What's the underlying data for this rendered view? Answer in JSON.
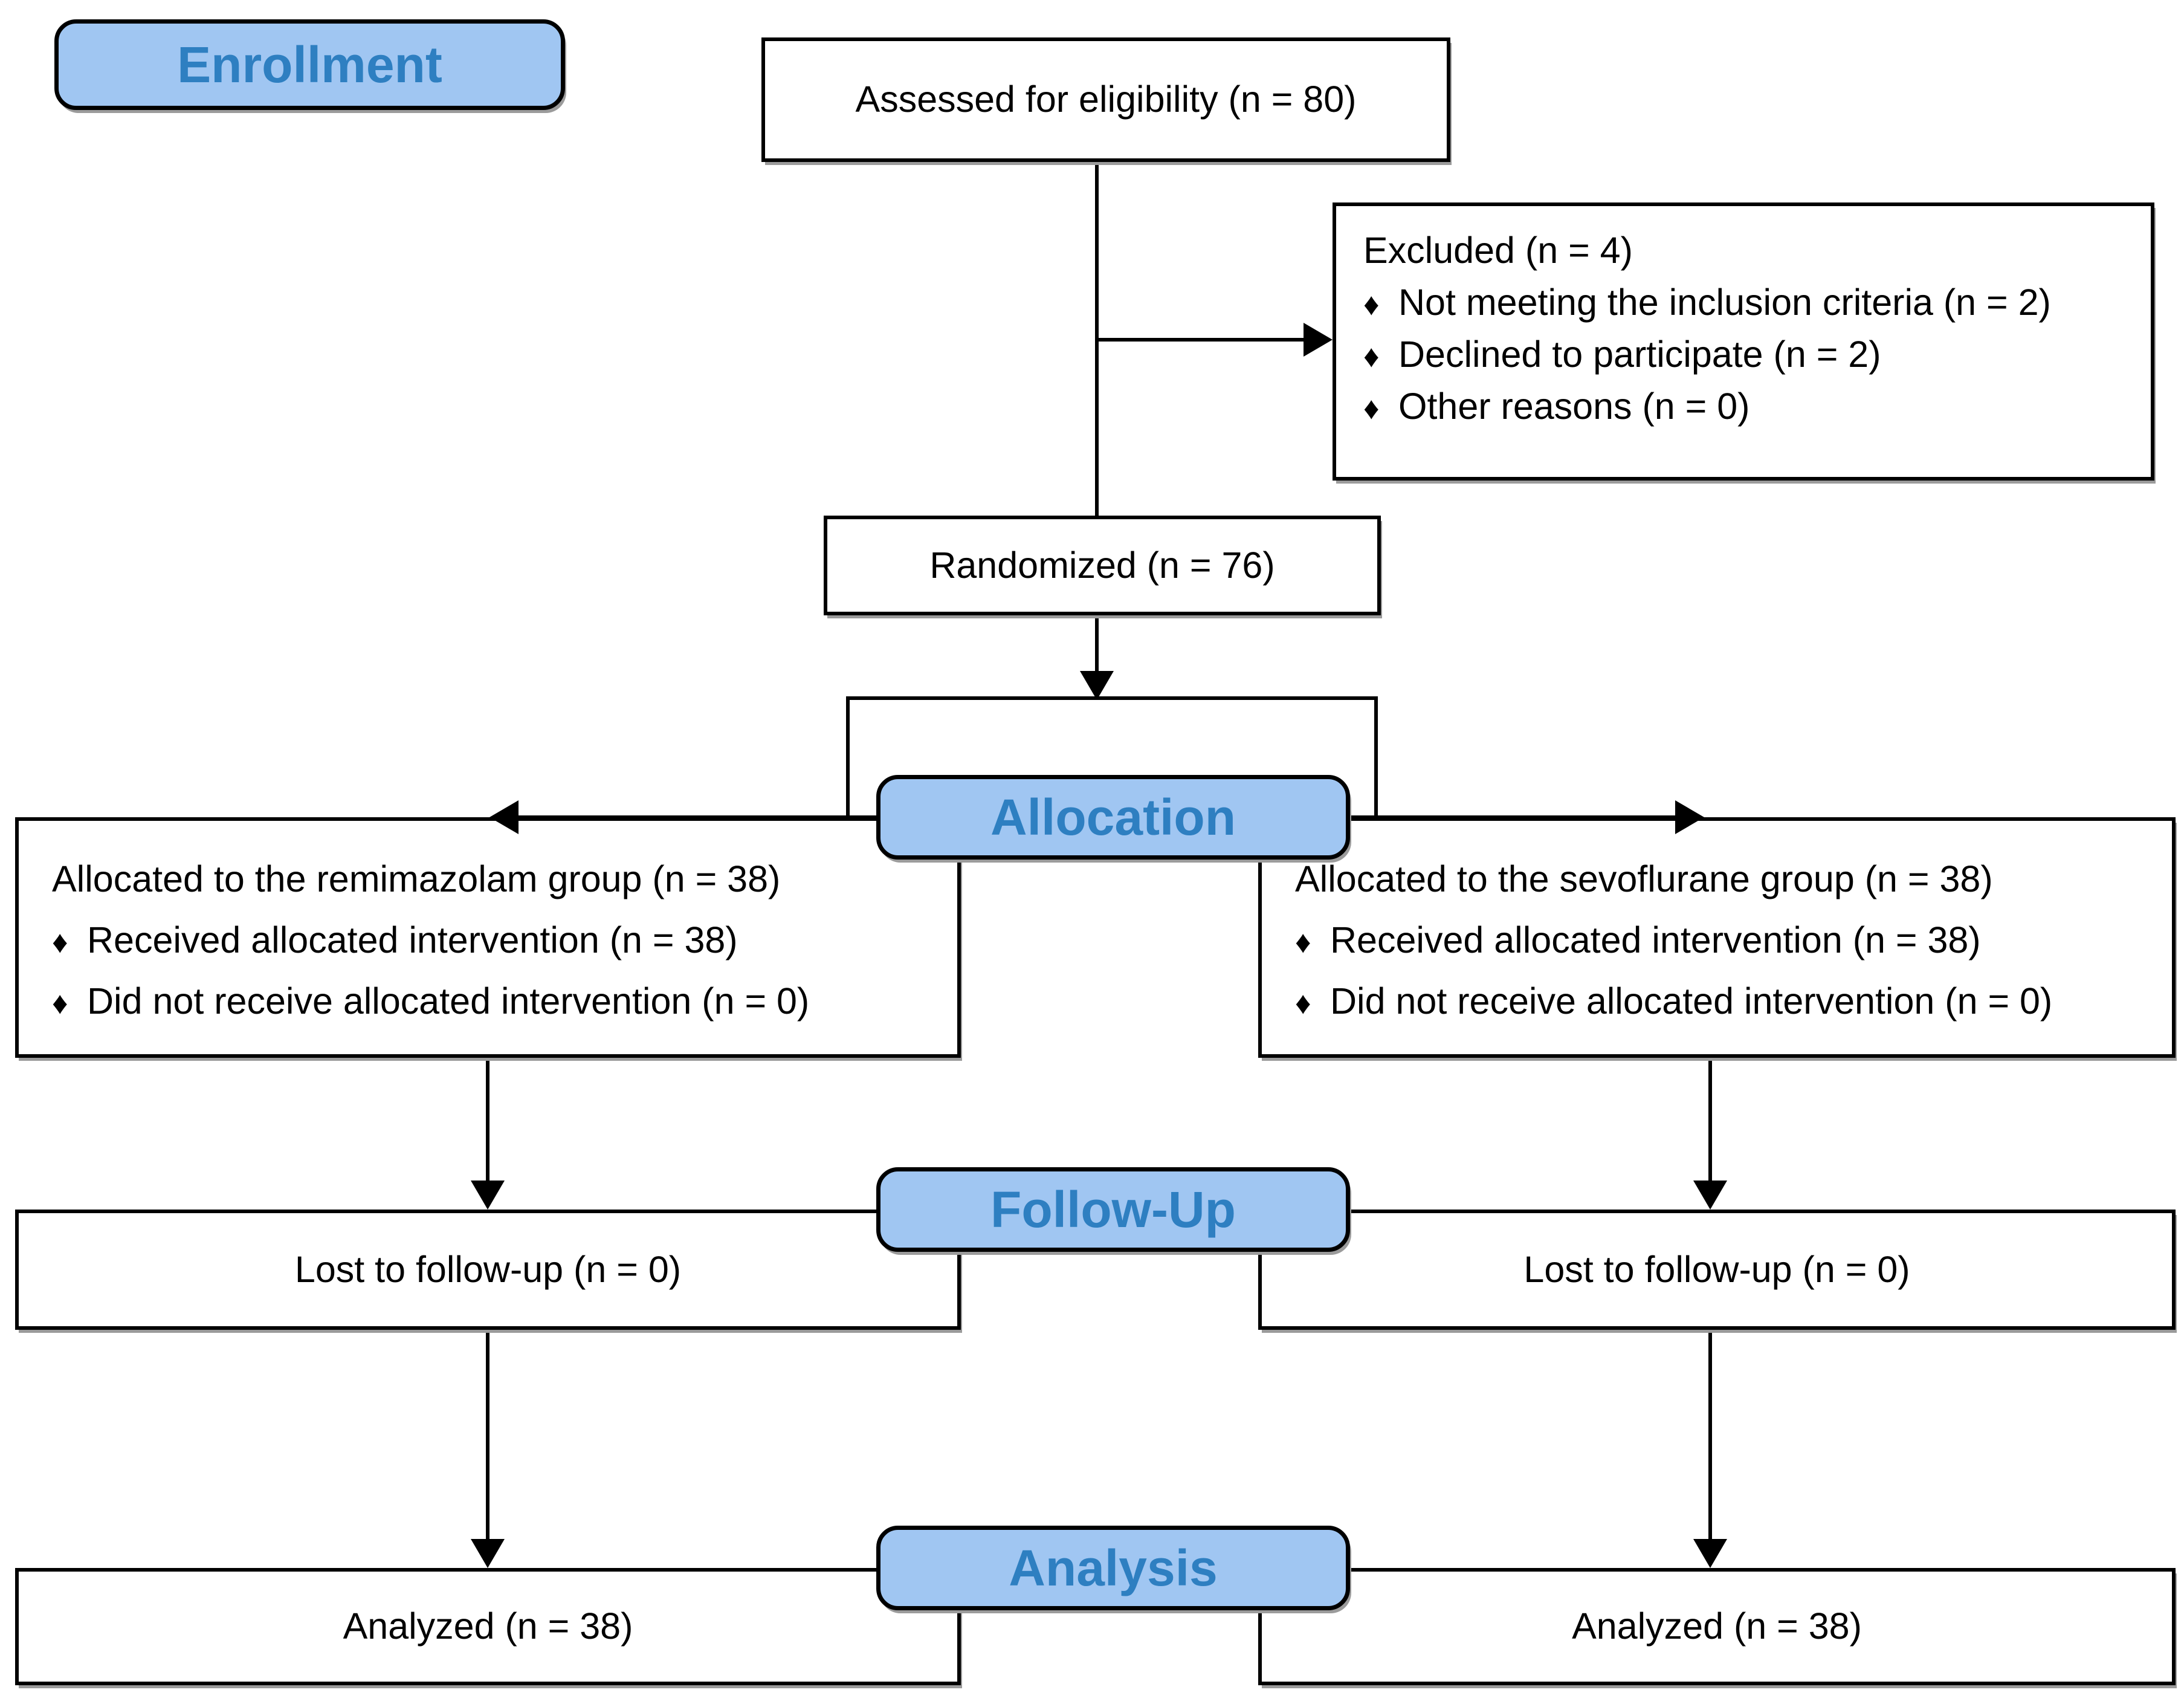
{
  "stages": {
    "enrollment": "Enrollment",
    "allocation": "Allocation",
    "followup": "Follow-Up",
    "analysis": "Analysis"
  },
  "boxes": {
    "assessed": "Assessed for eligibility (n = 80)",
    "excluded": {
      "title": "Excluded (n = 4)",
      "bullets": [
        "Not meeting the inclusion criteria (n = 2)",
        "Declined to participate (n = 2)",
        "Other reasons (n = 0)"
      ]
    },
    "randomized": "Randomized (n = 76)",
    "alloc_left": {
      "title": "Allocated to the remimazolam group (n = 38)",
      "bullets": [
        "Received allocated intervention (n = 38)",
        "Did not receive allocated intervention (n = 0)"
      ]
    },
    "alloc_right": {
      "title": "Allocated to the sevoflurane group (n = 38)",
      "bullets": [
        "Received allocated intervention (n = 38)",
        "Did not receive allocated intervention (n = 0)"
      ]
    },
    "followup_left": "Lost to follow-up (n = 0)",
    "followup_right": "Lost to follow-up (n = 0)",
    "analyzed_left": "Analyzed (n = 38)",
    "analyzed_right": "Analyzed (n = 38)"
  },
  "glyphs": {
    "bullet": "♦"
  },
  "colors": {
    "badge_fill": "#a0c6f2",
    "badge_text": "#2e7fc1",
    "line": "#000000"
  }
}
